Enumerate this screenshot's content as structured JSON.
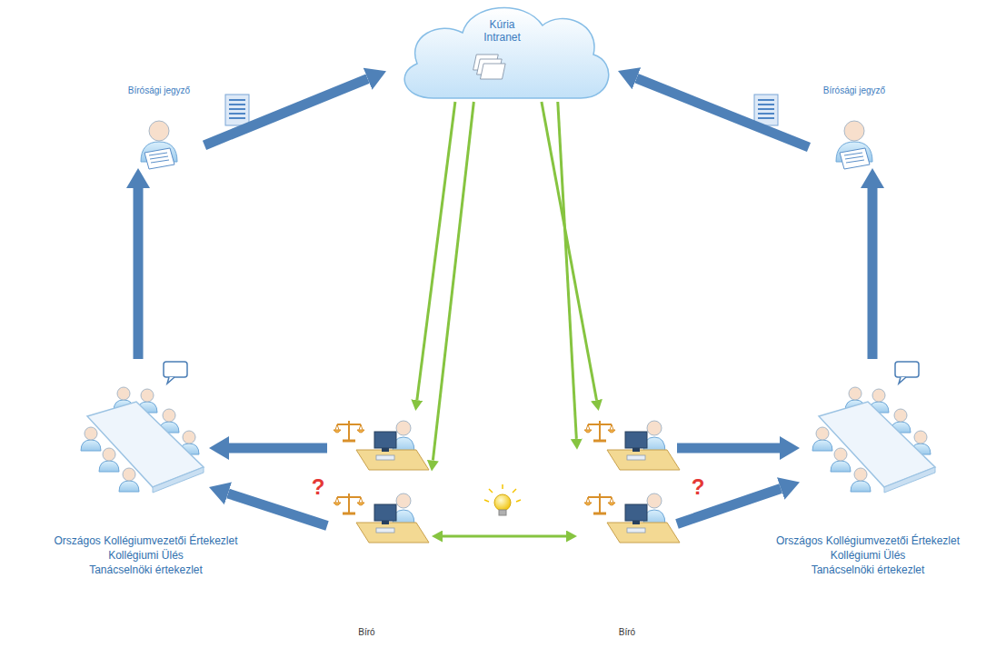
{
  "diagram": {
    "nodes": [
      {
        "text": [
          "Kúria Intranet"
        ]
      },
      {
        "text": [
          "Bírósági jegyző"
        ]
      },
      {
        "text": [
          "Bírósági jegyző"
        ]
      },
      {
        "text": [
          "Országos Kollégiumvezetői Értekezlet",
          "Kollégiumi Ülés",
          "Tanácselnöki értekezlet"
        ]
      },
      {
        "text": [
          "Bíró"
        ]
      },
      {
        "text": [
          "Bíró"
        ]
      },
      {
        "text": [
          "Országos Kollégiumvezetői Értekezlet",
          "Kollégiumi Ülés",
          "Tanácselnöki értekezlet"
        ]
      }
    ],
    "edges": [
      {
        "from": 1,
        "to": 0,
        "arrow": "to"
      },
      {
        "from": 2,
        "to": 0,
        "arrow": "to"
      },
      {
        "from": 3,
        "to": 1,
        "arrow": "to"
      },
      {
        "from": 6,
        "to": 2,
        "arrow": "to"
      },
      {
        "from": 4,
        "to": 3,
        "arrow": "to"
      },
      {
        "from": 4,
        "to": 3,
        "arrow": "to",
        "label": "?"
      },
      {
        "from": 5,
        "to": 6,
        "arrow": "to"
      },
      {
        "from": 5,
        "to": 6,
        "arrow": "to",
        "label": "?"
      },
      {
        "from": 0,
        "to": 4,
        "arrow": "to"
      },
      {
        "from": 0,
        "to": 4,
        "arrow": "to"
      },
      {
        "from": 0,
        "to": 5,
        "arrow": "to"
      },
      {
        "from": 0,
        "to": 5,
        "arrow": "to"
      },
      {
        "from": 4,
        "to": 5,
        "arrow": "both"
      }
    ]
  }
}
